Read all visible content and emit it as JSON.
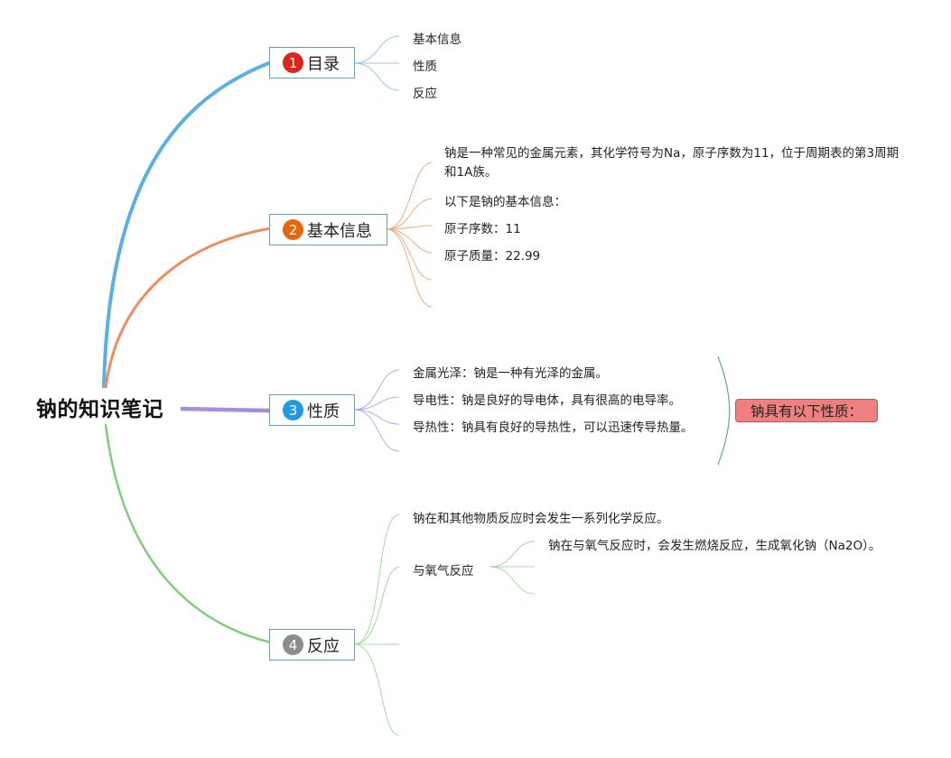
{
  "root": {
    "title": "钠的知识笔记"
  },
  "colors": {
    "blue": "#5ab0e0",
    "orange": "#ef8c5f",
    "purple": "#a58ee0",
    "green": "#7fcc7a",
    "teal": "#5fa9a0",
    "callout": "#f08080"
  },
  "topics": [
    {
      "num": "1",
      "label": "目录",
      "badge_color": "#d9261c"
    },
    {
      "num": "2",
      "label": "基本信息",
      "badge_color": "#e8670e"
    },
    {
      "num": "3",
      "label": "性质",
      "badge_color": "#1e9be0"
    },
    {
      "num": "4",
      "label": "反应",
      "badge_color": "#8c8c8c"
    }
  ],
  "toc": [
    "基本信息",
    "性质",
    "反应"
  ],
  "basic_info": {
    "intro": "钠是一种常见的金属元素，其化学符号为Na，原子序数为11，位于周期表的第3周期和1A族。",
    "heading": "以下是钠的基本信息：",
    "atomic_number": "原子序数：11",
    "atomic_mass": "原子质量：22.99"
  },
  "properties": {
    "items": [
      "金属光泽：钠是一种有光泽的金属。",
      "导电性：钠是良好的导电体，具有很高的电导率。",
      "导热性：钠具有良好的导热性，可以迅速传导热量。"
    ],
    "summary": "钠具有以下性质："
  },
  "reactions": {
    "intro": "钠在和其他物质反应时会发生一系列化学反应。",
    "oxygen": "与氧气反应",
    "oxygen_detail": "钠在与氧气反应时，会发生燃烧反应，生成氧化钠（Na2O）。"
  }
}
